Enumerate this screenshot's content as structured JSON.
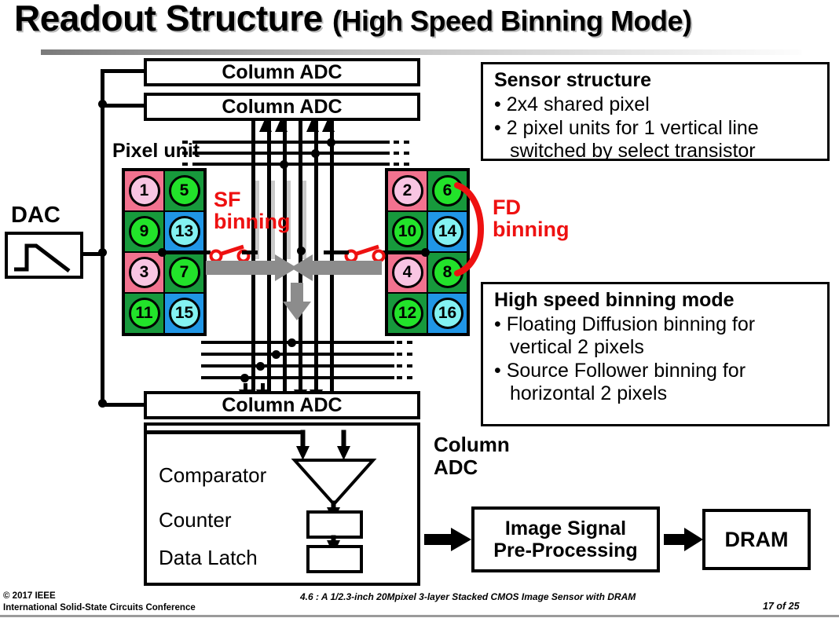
{
  "slide": {
    "title_main": "Readout Structure",
    "title_sub": "(High Speed Binning Mode)"
  },
  "diagram": {
    "adc_top_1": "Column ADC",
    "adc_top_2": "Column ADC",
    "adc_bottom": "Column ADC",
    "pixel_unit_label": "Pixel unit",
    "dac_label": "DAC",
    "sf_binning_label": "SF\nbinning",
    "sf_binning_line1": "SF",
    "sf_binning_line2": "binning",
    "fd_binning_line1": "FD",
    "fd_binning_line2": "binning",
    "column_adc_callout_line1": "Column",
    "column_adc_callout_line2": "ADC",
    "adc_internal": [
      "Comparator",
      "Counter",
      "Data Latch"
    ],
    "isp_line1": "Image Signal",
    "isp_line2": "Pre-Processing",
    "dram_label": "DRAM"
  },
  "pixel_grid_left": [
    {
      "n": "1",
      "cell": "#f2728f",
      "circle": "#f9c5e3"
    },
    {
      "n": "5",
      "cell": "#17993c",
      "circle": "#22e32a"
    },
    {
      "n": "9",
      "cell": "#17993c",
      "circle": "#22e32a"
    },
    {
      "n": "13",
      "cell": "#2096e6",
      "circle": "#83f2f2"
    },
    {
      "n": "3",
      "cell": "#f2728f",
      "circle": "#f9c5e3"
    },
    {
      "n": "7",
      "cell": "#17993c",
      "circle": "#22e32a"
    },
    {
      "n": "11",
      "cell": "#17993c",
      "circle": "#22e32a"
    },
    {
      "n": "15",
      "cell": "#2096e6",
      "circle": "#83f2f2"
    }
  ],
  "pixel_grid_right": [
    {
      "n": "2",
      "cell": "#f2728f",
      "circle": "#f9c5e3"
    },
    {
      "n": "6",
      "cell": "#17993c",
      "circle": "#22e32a"
    },
    {
      "n": "10",
      "cell": "#17993c",
      "circle": "#22e32a"
    },
    {
      "n": "14",
      "cell": "#2096e6",
      "circle": "#83f2f2"
    },
    {
      "n": "4",
      "cell": "#f2728f",
      "circle": "#f9c5e3"
    },
    {
      "n": "8",
      "cell": "#17993c",
      "circle": "#22e32a"
    },
    {
      "n": "12",
      "cell": "#17993c",
      "circle": "#22e32a"
    },
    {
      "n": "16",
      "cell": "#2096e6",
      "circle": "#83f2f2"
    }
  ],
  "panel_sensor": {
    "heading": "Sensor structure",
    "items": [
      "2x4 shared pixel",
      "2 pixel units for 1 vertical line switched by select transistor"
    ]
  },
  "panel_binning": {
    "heading": "High speed binning mode",
    "items": [
      "Floating Diffusion binning for vertical 2 pixels",
      "Source Follower binning for horizontal 2 pixels"
    ]
  },
  "footer": {
    "left_line1": "© 2017 IEEE",
    "left_line2": "International Solid-State Circuits Conference",
    "center": "4.6 : A 1/2.3-inch 20Mpixel 3-layer Stacked CMOS Image Sensor with DRAM",
    "right": "17 of 25"
  },
  "colors": {
    "red_accent": "#ee1111",
    "gray_arrow": "#8c8c8c",
    "wire": "#000000"
  }
}
